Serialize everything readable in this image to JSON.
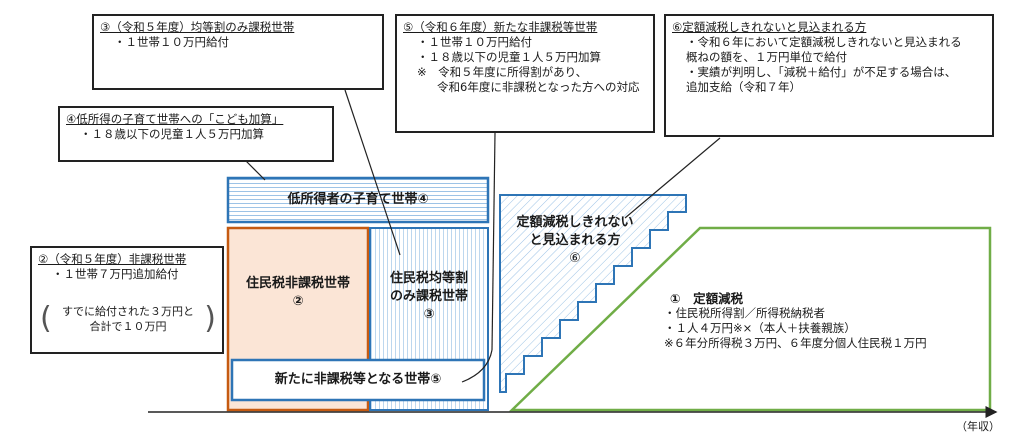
{
  "callouts": {
    "c3": {
      "head": "③（令和５年度）均等割のみ課税世帯",
      "lines": [
        "・１世帯１０万円給付"
      ]
    },
    "c5": {
      "head": "⑤（令和６年度）新たな非課税等世帯",
      "lines": [
        "・１世帯１０万円給付",
        "・１８歳以下の児童１人５万円加算",
        "※　令和５年度に所得割があり、",
        "令和6年度に非課税となった方への対応"
      ]
    },
    "c6": {
      "head": "⑥定額減税しきれないと見込まれる方",
      "lines": [
        "・令和６年において定額減税しきれないと見込まれる",
        "概ねの額を、１万円単位で給付",
        "・実績が判明し、「減税＋給付」が不足する場合は、",
        "追加支給（令和７年）"
      ]
    },
    "c4": {
      "head": "④低所得の子育て世帯への「こども加算」",
      "lines": [
        "・１８歳以下の児童１人５万円加算"
      ]
    },
    "c2": {
      "head": "②（令和５年度）非課税世帯",
      "lines": [
        "・１世帯７万円追加給付"
      ],
      "note": [
        "すでに給付された３万円と",
        "合計で１０万円"
      ]
    }
  },
  "regions": {
    "r4": "低所得者の子育て世帯④",
    "r2": [
      "住民税非課税世帯",
      "②"
    ],
    "r3": [
      "住民税均等割",
      "のみ課税世帯",
      "③"
    ],
    "r5": "新たに非課税等となる世帯⑤",
    "r6": [
      "定額減税しきれない",
      "と見込まれる方",
      "⑥"
    ]
  },
  "teigaku": {
    "title": "①　定額減税",
    "lines": [
      "・住民税所得割／所得税納税者",
      "・１人４万円※×（本人＋扶養親族）",
      "※６年分所得税３万円、６年度分個人住民税１万円"
    ]
  },
  "axis_label": "（年収）",
  "colors": {
    "orange": "#c55a11",
    "blue": "#2e75b6",
    "green": "#70ad47",
    "black": "#222222"
  }
}
